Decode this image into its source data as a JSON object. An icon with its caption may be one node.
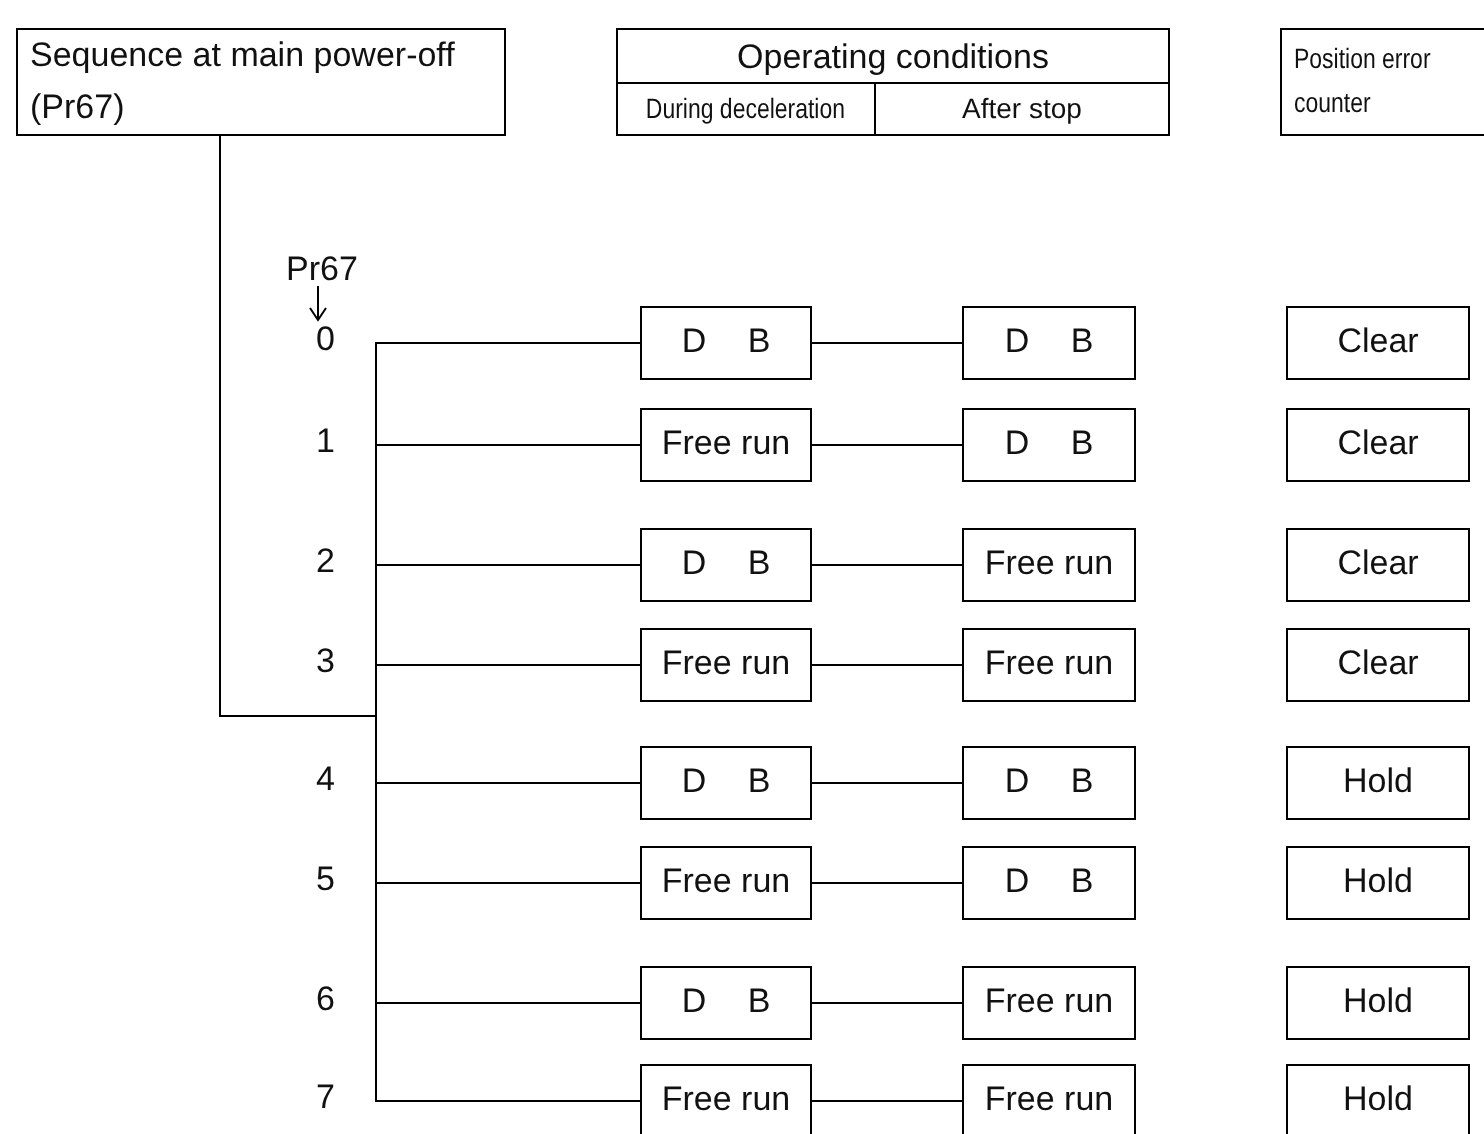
{
  "diagram": {
    "nodes": [
      {
        "text": [
          "Sequence at main power-off (Pr67)"
        ]
      },
      {
        "text": [
          "Operating conditions"
        ]
      },
      {
        "text": [
          "During deceleration"
        ],
        "in": 1
      },
      {
        "text": [
          "After stop"
        ],
        "in": 1
      },
      {
        "text": [
          "Position error counter"
        ]
      },
      {
        "text": [
          "D B"
        ]
      },
      {
        "text": [
          "D B"
        ]
      },
      {
        "text": [
          "Clear"
        ]
      },
      {
        "text": [
          "Free run"
        ]
      },
      {
        "text": [
          "D B"
        ]
      },
      {
        "text": [
          "Clear"
        ]
      },
      {
        "text": [
          "D B"
        ]
      },
      {
        "text": [
          "Free run"
        ]
      },
      {
        "text": [
          "Clear"
        ]
      },
      {
        "text": [
          "Free run"
        ]
      },
      {
        "text": [
          "Free run"
        ]
      },
      {
        "text": [
          "Clear"
        ]
      },
      {
        "text": [
          "D B"
        ]
      },
      {
        "text": [
          "D B"
        ]
      },
      {
        "text": [
          "Hold"
        ]
      },
      {
        "text": [
          "Free run"
        ]
      },
      {
        "text": [
          "D B"
        ]
      },
      {
        "text": [
          "Hold"
        ]
      },
      {
        "text": [
          "D B"
        ]
      },
      {
        "text": [
          "Free run"
        ]
      },
      {
        "text": [
          "Hold"
        ]
      },
      {
        "text": [
          "Free run"
        ]
      },
      {
        "text": [
          "Free run"
        ]
      },
      {
        "text": [
          "Hold"
        ]
      }
    ],
    "edges": [
      {
        "from": 0,
        "to": 5,
        "arrow": "none"
      },
      {
        "from": 0,
        "to": 8,
        "arrow": "none"
      },
      {
        "from": 0,
        "to": 11,
        "arrow": "none"
      },
      {
        "from": 0,
        "to": 14,
        "arrow": "none"
      },
      {
        "from": 0,
        "to": 17,
        "arrow": "none"
      },
      {
        "from": 0,
        "to": 20,
        "arrow": "none"
      },
      {
        "from": 0,
        "to": 23,
        "arrow": "none"
      },
      {
        "from": 0,
        "to": 26,
        "arrow": "none"
      },
      {
        "from": 5,
        "to": 6,
        "arrow": "none"
      },
      {
        "from": 8,
        "to": 9,
        "arrow": "none"
      },
      {
        "from": 11,
        "to": 12,
        "arrow": "none"
      },
      {
        "from": 14,
        "to": 15,
        "arrow": "none"
      },
      {
        "from": 17,
        "to": 18,
        "arrow": "none"
      },
      {
        "from": 20,
        "to": 21,
        "arrow": "none"
      },
      {
        "from": 23,
        "to": 24,
        "arrow": "none"
      },
      {
        "from": 26,
        "to": 27,
        "arrow": "none"
      }
    ],
    "labels": [
      "Pr67",
      "0",
      "1",
      "2",
      "3",
      "4",
      "5",
      "6",
      "7"
    ]
  }
}
